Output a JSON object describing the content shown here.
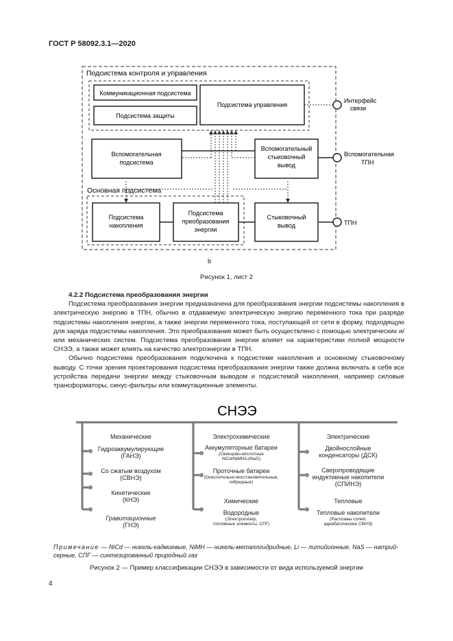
{
  "header": {
    "doc_id": "ГОСТ Р 58092.3.1—2020"
  },
  "figure1": {
    "outer_title": "Подсистема контроля и управления",
    "comm": "Коммуникационная подсистема",
    "protect": "Подсистема защиты",
    "control": "Подсистема управления",
    "iface": [
      "Интерфейс",
      "связи"
    ],
    "aux": [
      "Вспомогательная",
      "подсистема"
    ],
    "aux_out": [
      "Вспомогательный",
      "стыковочный",
      "вывод"
    ],
    "aux_tpn": [
      "Вспомогательная",
      "ТПН"
    ],
    "main_title": "Основная подсистема",
    "storage": [
      "Подсистема",
      "накопления"
    ],
    "conv": [
      "Подсистема",
      "преобразования",
      "энергии"
    ],
    "out": [
      "Стыковочный",
      "вывод"
    ],
    "tpn": "ТПН",
    "sub": "b",
    "caption": "Рисунок 1, лист 2"
  },
  "section": {
    "heading": "4.2.2 Подсистема преобразования энергии",
    "p1": "Подсистема преобразования энергии предназначена для преобразования энергии подсистемы накопления в электрическую энергию в ТПН, обычно в отдаваемую электрическую энергию переменного тока при разряде подсистемы накопления энергии, а также энергии переменного тока, поступающей от сети в форму, подходящую для заряда подсистемы накопления. Это преобразование может быть осуществлено с помощью электрических и/или механических систем. Подсистема преобразования энергии влияет на характеристики полной мощности СНЭЭ, а также может влиять на качество электроэнергии в ТПН.",
    "p2": "Обычно подсистема преобразования подключена к подсистеме накопления и основному стыковочному выводу. С точки зрения проектирования подсистема преобразования энергии также должна включать в себя все устройства передачи энергии между стыковочным выводом и подсистемой накопления, например силовые трансформаторы, синус-фильтры или коммутационные элементы."
  },
  "figure2": {
    "title": "СНЭЭ",
    "col1": {
      "head": "Механические",
      "items": [
        [
          "Гидроаккумулирующие",
          "(ГАНЭ)"
        ],
        [
          "Со сжатым воздухом",
          "(СВНЭ)"
        ],
        [
          "Кинетические",
          "(КНЭ)"
        ],
        [
          "Гравитационные",
          "(ГНЭ)"
        ]
      ]
    },
    "col2": {
      "head": "Электрохимические",
      "items": [
        [
          "Аккумуляторные батареи",
          "(Свинцово-кислотные",
          "NiCd/NiMH/Li/NaS)"
        ],
        [
          "Проточные батареи",
          "(Окислительно-восстановительные,",
          "гибридные)"
        ]
      ],
      "head2": "Химические",
      "items2": [
        [
          "Водородные",
          "(Электролизер,",
          "топливные элементы, СПГ)"
        ]
      ]
    },
    "col3": {
      "head": "Электрические",
      "items": [
        [
          "Двойнослойные",
          "конденсаторы (ДСК)"
        ],
        [
          "Сверхпроводящие",
          "индуктивные накопители",
          "(СПИНЭ)"
        ]
      ],
      "head2": "Тепловые",
      "items2": [
        [
          "Тепловые накопители",
          "(Расплавы солей,",
          "адиабатические СВНЭ)"
        ]
      ]
    },
    "note_label": "Примечание",
    "note_text": " — NiCd — никель-кадмиевые, NiMH — никель-металлгидридные, Li — литийионные, NaS — натрий-серные, СПГ — синтезированный природный газ",
    "caption": "Рисунок 2 — Пример классификации СНЭЭ в зависимости от вида используемой энергии"
  },
  "page_number": "4"
}
